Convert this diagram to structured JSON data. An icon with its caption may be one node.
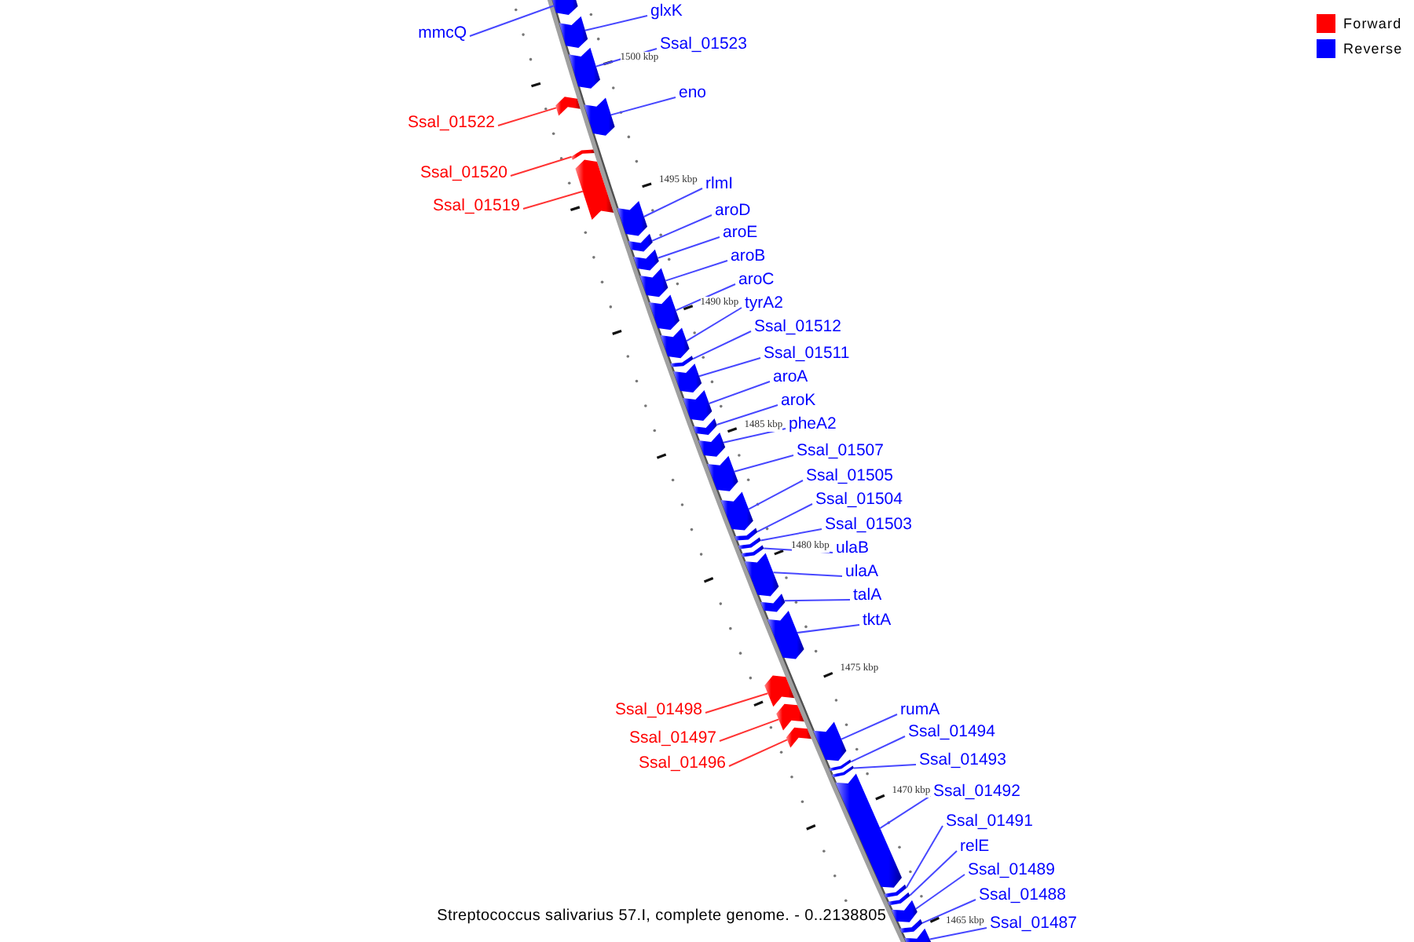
{
  "diagram": {
    "caption": "Streptococcus salivarius 57.I, complete genome. - 0..2138805",
    "nodes": [
      {
        "text": [
          "glxK"
        ]
      },
      {
        "text": [
          "mmcQ"
        ]
      },
      {
        "text": [
          "Ssal_01523"
        ]
      },
      {
        "text": [
          "eno"
        ]
      },
      {
        "text": [
          "Ssal_01522"
        ]
      },
      {
        "text": [
          "Ssal_01520"
        ]
      },
      {
        "text": [
          "rlmI"
        ]
      },
      {
        "text": [
          "Ssal_01519"
        ]
      },
      {
        "text": [
          "aroD"
        ]
      },
      {
        "text": [
          "aroE"
        ]
      },
      {
        "text": [
          "aroB"
        ]
      },
      {
        "text": [
          "aroC"
        ]
      },
      {
        "text": [
          "tyrA2"
        ]
      },
      {
        "text": [
          "Ssal_01512"
        ]
      },
      {
        "text": [
          "Ssal_01511"
        ]
      },
      {
        "text": [
          "aroA"
        ]
      },
      {
        "text": [
          "aroK"
        ]
      },
      {
        "text": [
          "pheA2"
        ]
      },
      {
        "text": [
          "Ssal_01507"
        ]
      },
      {
        "text": [
          "Ssal_01505"
        ]
      },
      {
        "text": [
          "Ssal_01504"
        ]
      },
      {
        "text": [
          "Ssal_01503"
        ]
      },
      {
        "text": [
          "ulaB"
        ]
      },
      {
        "text": [
          "ulaA"
        ]
      },
      {
        "text": [
          "talA"
        ]
      },
      {
        "text": [
          "tktA"
        ]
      },
      {
        "text": [
          "Ssal_01498"
        ]
      },
      {
        "text": [
          "rumA"
        ]
      },
      {
        "text": [
          "Ssal_01494"
        ]
      },
      {
        "text": [
          "Ssal_01497"
        ]
      },
      {
        "text": [
          "Ssal_01493"
        ]
      },
      {
        "text": [
          "Ssal_01496"
        ]
      },
      {
        "text": [
          "Ssal_01492"
        ]
      },
      {
        "text": [
          "Ssal_01491"
        ]
      },
      {
        "text": [
          "relE"
        ]
      },
      {
        "text": [
          "Ssal_01489"
        ]
      },
      {
        "text": [
          "Ssal_01488"
        ]
      },
      {
        "text": [
          "Ssal_01487"
        ]
      },
      {
        "text": [],
        "shape": "bar"
      },
      {
        "text": [],
        "shape": "bar"
      },
      {
        "text": [],
        "shape": "bar"
      },
      {
        "text": [],
        "shape": "bar"
      },
      {
        "text": [],
        "shape": "bar"
      },
      {
        "text": [],
        "shape": "bar"
      },
      {
        "text": [],
        "shape": "bar"
      },
      {
        "text": [],
        "shape": "bar"
      },
      {
        "text": [],
        "shape": "bar"
      },
      {
        "text": [],
        "shape": "bar"
      },
      {
        "text": [],
        "shape": "bar"
      },
      {
        "text": [],
        "shape": "bar"
      },
      {
        "text": [],
        "shape": "bar"
      },
      {
        "text": [],
        "shape": "bar"
      },
      {
        "text": [],
        "shape": "bar"
      },
      {
        "text": [],
        "shape": "bar"
      },
      {
        "text": [],
        "shape": "bar"
      },
      {
        "text": [],
        "shape": "bar"
      },
      {
        "text": [],
        "shape": "bar"
      },
      {
        "text": [],
        "shape": "bar"
      },
      {
        "text": [],
        "shape": "bar"
      },
      {
        "text": [],
        "shape": "bar"
      },
      {
        "text": [],
        "shape": "bar"
      },
      {
        "text": [],
        "shape": "bar"
      },
      {
        "text": [],
        "shape": "bar"
      },
      {
        "text": [],
        "shape": "bar"
      },
      {
        "text": [],
        "shape": "bar"
      },
      {
        "text": [],
        "shape": "bar"
      },
      {
        "text": [],
        "shape": "bar"
      },
      {
        "text": [],
        "shape": "bar"
      },
      {
        "text": [],
        "shape": "bar"
      },
      {
        "text": [],
        "shape": "bar"
      },
      {
        "text": [],
        "shape": "bar"
      },
      {
        "text": [],
        "shape": "bar"
      },
      {
        "text": [],
        "shape": "bar"
      },
      {
        "text": [],
        "shape": "bar"
      },
      {
        "text": [],
        "shape": "bar"
      },
      {
        "text": [],
        "shape": "bar"
      }
    ],
    "edges": [
      {
        "from": 0,
        "to": 39,
        "arrow": "none"
      },
      {
        "from": 1,
        "to": 38,
        "arrow": "none"
      },
      {
        "from": 2,
        "to": 40,
        "arrow": "none"
      },
      {
        "from": 3,
        "to": 42,
        "arrow": "none"
      },
      {
        "from": 4,
        "to": 41,
        "arrow": "none",
        "color": "#ff3333"
      },
      {
        "from": 5,
        "to": 43,
        "arrow": "none",
        "color": "#ff3333"
      },
      {
        "from": 6,
        "to": 45,
        "arrow": "none"
      },
      {
        "from": 7,
        "to": 44,
        "arrow": "none",
        "color": "#ff3333"
      },
      {
        "from": 8,
        "to": 46,
        "arrow": "none"
      },
      {
        "from": 9,
        "to": 47,
        "arrow": "none"
      },
      {
        "from": 10,
        "to": 48,
        "arrow": "none"
      },
      {
        "from": 11,
        "to": 49,
        "arrow": "none"
      },
      {
        "from": 12,
        "to": 50,
        "arrow": "none"
      },
      {
        "from": 13,
        "to": 51,
        "arrow": "none"
      },
      {
        "from": 14,
        "to": 52,
        "arrow": "none"
      },
      {
        "from": 15,
        "to": 53,
        "arrow": "none"
      },
      {
        "from": 16,
        "to": 54,
        "arrow": "none"
      },
      {
        "from": 17,
        "to": 55,
        "arrow": "none"
      },
      {
        "from": 18,
        "to": 56,
        "arrow": "none"
      },
      {
        "from": 19,
        "to": 57,
        "arrow": "none"
      },
      {
        "from": 20,
        "to": 58,
        "arrow": "none"
      },
      {
        "from": 21,
        "to": 59,
        "arrow": "none"
      },
      {
        "from": 22,
        "to": 60,
        "arrow": "none"
      },
      {
        "from": 23,
        "to": 61,
        "arrow": "none"
      },
      {
        "from": 24,
        "to": 62,
        "arrow": "none"
      },
      {
        "from": 25,
        "to": 63,
        "arrow": "none"
      },
      {
        "from": 26,
        "to": 64,
        "arrow": "none",
        "color": "#ff3333"
      },
      {
        "from": 27,
        "to": 67,
        "arrow": "none"
      },
      {
        "from": 28,
        "to": 68,
        "arrow": "none"
      },
      {
        "from": 29,
        "to": 65,
        "arrow": "none",
        "color": "#ff3333"
      },
      {
        "from": 30,
        "to": 69,
        "arrow": "none"
      },
      {
        "from": 31,
        "to": 66,
        "arrow": "none",
        "color": "#ff3333"
      },
      {
        "from": 32,
        "to": 70,
        "arrow": "none"
      },
      {
        "from": 33,
        "to": 71,
        "arrow": "none"
      },
      {
        "from": 34,
        "to": 72,
        "arrow": "none"
      },
      {
        "from": 35,
        "to": 73,
        "arrow": "none"
      },
      {
        "from": 36,
        "to": 74,
        "arrow": "none"
      },
      {
        "from": 37,
        "to": 75,
        "arrow": "none"
      }
    ],
    "labels": [
      "1500 kbp",
      "1495 kbp",
      "1490 kbp",
      "1485 kbp",
      "1480 kbp",
      "1475 kbp",
      "1470 kbp",
      "1465 kbp"
    ],
    "legend": [
      {
        "text": "Forward",
        "color": "#ff0000"
      },
      {
        "text": "Reverse",
        "color": "#0000ff"
      }
    ]
  }
}
